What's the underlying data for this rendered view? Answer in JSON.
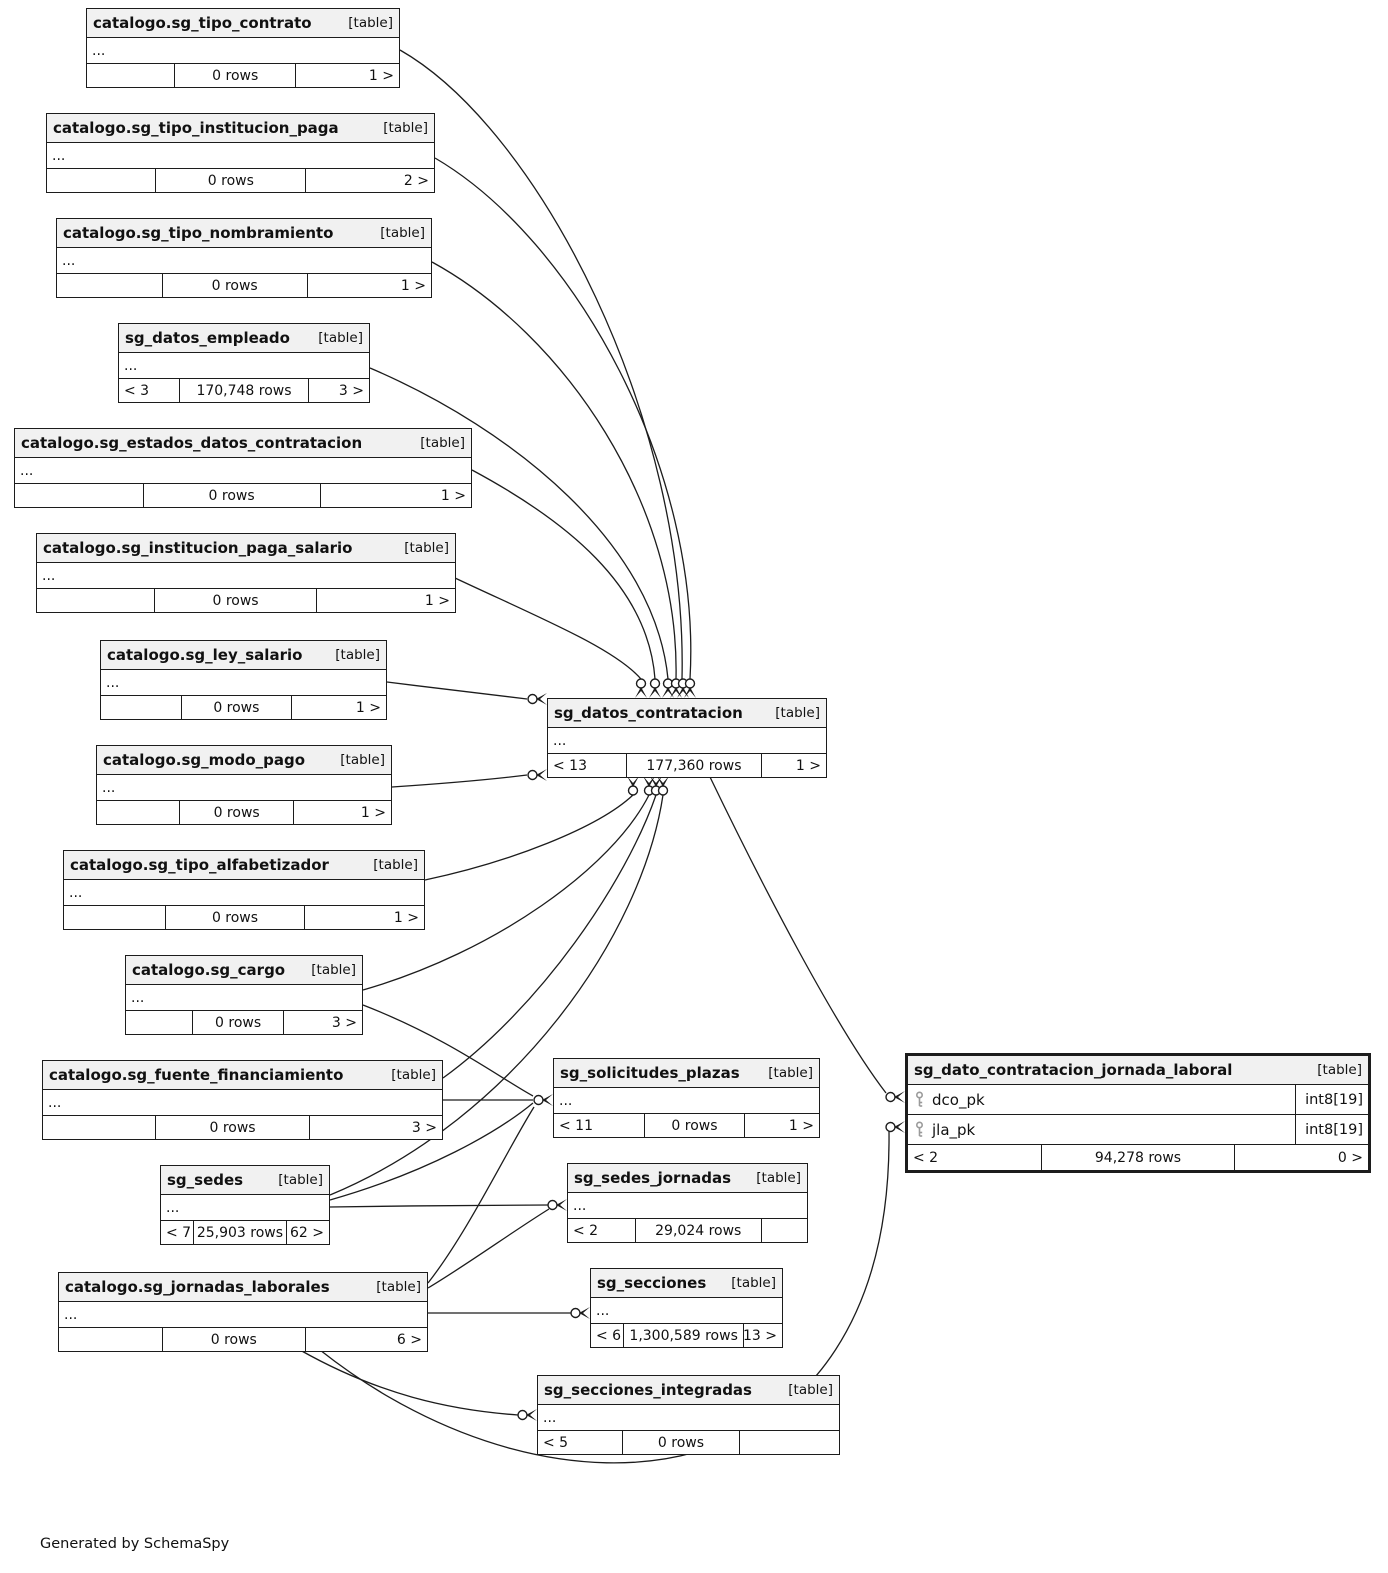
{
  "generated_by": "Generated by SchemaSpy",
  "tables": [
    {
      "name": "catalogo.sg_tipo_contrato",
      "tag": "[table]",
      "ellipsis": "...",
      "footer": {
        "left": "",
        "center": "0 rows",
        "right": "1 >"
      }
    },
    {
      "name": "catalogo.sg_tipo_institucion_paga",
      "tag": "[table]",
      "ellipsis": "...",
      "footer": {
        "left": "",
        "center": "0 rows",
        "right": "2 >"
      }
    },
    {
      "name": "catalogo.sg_tipo_nombramiento",
      "tag": "[table]",
      "ellipsis": "...",
      "footer": {
        "left": "",
        "center": "0 rows",
        "right": "1 >"
      }
    },
    {
      "name": "sg_datos_empleado",
      "tag": "[table]",
      "ellipsis": "...",
      "footer": {
        "left": "< 3",
        "center": "170,748 rows",
        "right": "3 >"
      }
    },
    {
      "name": "catalogo.sg_estados_datos_contratacion",
      "tag": "[table]",
      "ellipsis": "...",
      "footer": {
        "left": "",
        "center": "0 rows",
        "right": "1 >"
      }
    },
    {
      "name": "catalogo.sg_institucion_paga_salario",
      "tag": "[table]",
      "ellipsis": "...",
      "footer": {
        "left": "",
        "center": "0 rows",
        "right": "1 >"
      }
    },
    {
      "name": "catalogo.sg_ley_salario",
      "tag": "[table]",
      "ellipsis": "...",
      "footer": {
        "left": "",
        "center": "0 rows",
        "right": "1 >"
      }
    },
    {
      "name": "catalogo.sg_modo_pago",
      "tag": "[table]",
      "ellipsis": "...",
      "footer": {
        "left": "",
        "center": "0 rows",
        "right": "1 >"
      }
    },
    {
      "name": "catalogo.sg_tipo_alfabetizador",
      "tag": "[table]",
      "ellipsis": "...",
      "footer": {
        "left": "",
        "center": "0 rows",
        "right": "1 >"
      }
    },
    {
      "name": "catalogo.sg_cargo",
      "tag": "[table]",
      "ellipsis": "...",
      "footer": {
        "left": "",
        "center": "0 rows",
        "right": "3 >"
      }
    },
    {
      "name": "catalogo.sg_fuente_financiamiento",
      "tag": "[table]",
      "ellipsis": "...",
      "footer": {
        "left": "",
        "center": "0 rows",
        "right": "3 >"
      }
    },
    {
      "name": "sg_sedes",
      "tag": "[table]",
      "ellipsis": "...",
      "footer": {
        "left": "< 7",
        "center": "25,903 rows",
        "right": "62 >"
      }
    },
    {
      "name": "catalogo.sg_jornadas_laborales",
      "tag": "[table]",
      "ellipsis": "...",
      "footer": {
        "left": "",
        "center": "0 rows",
        "right": "6 >"
      }
    },
    {
      "name": "sg_datos_contratacion",
      "tag": "[table]",
      "ellipsis": "...",
      "footer": {
        "left": "< 13",
        "center": "177,360 rows",
        "right": "1 >"
      }
    },
    {
      "name": "sg_solicitudes_plazas",
      "tag": "[table]",
      "ellipsis": "...",
      "footer": {
        "left": "< 11",
        "center": "0 rows",
        "right": "1 >"
      }
    },
    {
      "name": "sg_sedes_jornadas",
      "tag": "[table]",
      "ellipsis": "...",
      "footer": {
        "left": "< 2",
        "center": "29,024 rows",
        "right": ""
      }
    },
    {
      "name": "sg_secciones",
      "tag": "[table]",
      "ellipsis": "...",
      "footer": {
        "left": "< 6",
        "center": "1,300,589 rows",
        "right": "13 >"
      }
    },
    {
      "name": "sg_secciones_integradas",
      "tag": "[table]",
      "ellipsis": "...",
      "footer": {
        "left": "< 5",
        "center": "0 rows",
        "right": ""
      }
    },
    {
      "name": "sg_dato_contratacion_jornada_laboral",
      "tag": "[table]",
      "columns": [
        {
          "name": "dco_pk",
          "type": "int8[19]"
        },
        {
          "name": "jla_pk",
          "type": "int8[19]"
        }
      ],
      "footer": {
        "left": "< 2",
        "center": "94,278 rows",
        "right": "0 >"
      }
    }
  ],
  "relationships": [
    {
      "from": "catalogo.sg_tipo_contrato",
      "to": "sg_datos_contratacion"
    },
    {
      "from": "catalogo.sg_tipo_institucion_paga",
      "to": "sg_datos_contratacion"
    },
    {
      "from": "catalogo.sg_tipo_nombramiento",
      "to": "sg_datos_contratacion"
    },
    {
      "from": "sg_datos_empleado",
      "to": "sg_datos_contratacion"
    },
    {
      "from": "catalogo.sg_estados_datos_contratacion",
      "to": "sg_datos_contratacion"
    },
    {
      "from": "catalogo.sg_institucion_paga_salario",
      "to": "sg_datos_contratacion"
    },
    {
      "from": "catalogo.sg_ley_salario",
      "to": "sg_datos_contratacion"
    },
    {
      "from": "catalogo.sg_modo_pago",
      "to": "sg_datos_contratacion"
    },
    {
      "from": "catalogo.sg_tipo_alfabetizador",
      "to": "sg_datos_contratacion"
    },
    {
      "from": "catalogo.sg_cargo",
      "to": "sg_datos_contratacion"
    },
    {
      "from": "catalogo.sg_fuente_financiamiento",
      "to": "sg_datos_contratacion"
    },
    {
      "from": "sg_sedes",
      "to": "sg_datos_contratacion"
    },
    {
      "from": "catalogo.sg_cargo",
      "to": "sg_solicitudes_plazas"
    },
    {
      "from": "catalogo.sg_fuente_financiamiento",
      "to": "sg_solicitudes_plazas"
    },
    {
      "from": "sg_sedes",
      "to": "sg_solicitudes_plazas"
    },
    {
      "from": "catalogo.sg_jornadas_laborales",
      "to": "sg_solicitudes_plazas"
    },
    {
      "from": "sg_sedes",
      "to": "sg_sedes_jornadas"
    },
    {
      "from": "catalogo.sg_jornadas_laborales",
      "to": "sg_sedes_jornadas"
    },
    {
      "from": "catalogo.sg_jornadas_laborales",
      "to": "sg_secciones"
    },
    {
      "from": "catalogo.sg_jornadas_laborales",
      "to": "sg_secciones_integradas"
    },
    {
      "from": "sg_datos_contratacion",
      "to": "sg_dato_contratacion_jornada_laboral.dco_pk"
    },
    {
      "from": "catalogo.sg_jornadas_laborales",
      "to": "sg_dato_contratacion_jornada_laboral.jla_pk"
    }
  ]
}
